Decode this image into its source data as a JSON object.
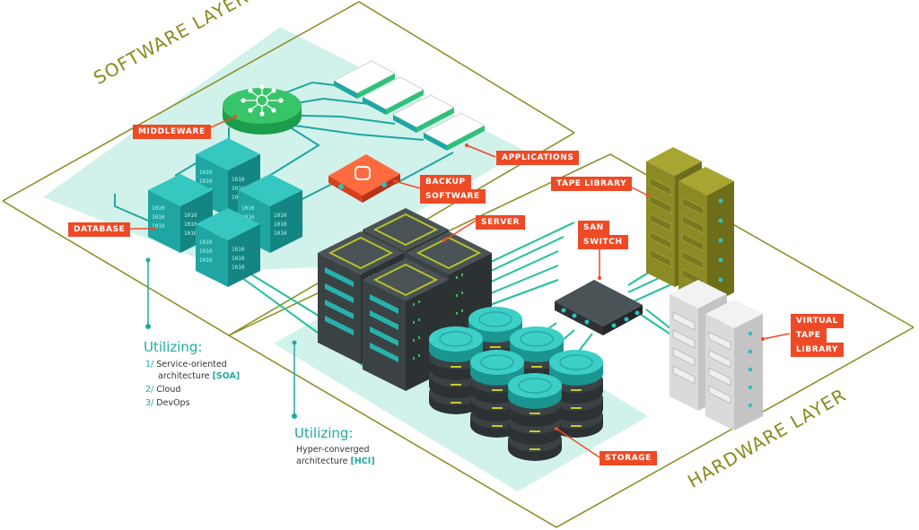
{
  "layers": {
    "software": "SOFTWARE LAYER",
    "hardware": "HARDWARE LAYER"
  },
  "labels": {
    "middleware": "MIDDLEWARE",
    "applications": "APPLICATIONS",
    "database": "DATABASE",
    "backup_1": "BACKUP",
    "backup_2": "SOFTWARE",
    "server": "SERVER",
    "tape_library": "TAPE LIBRARY",
    "san_1": "SAN",
    "san_2": "SWITCH",
    "vtl_1": "VIRTUAL",
    "vtl_2": "TAPE",
    "vtl_3": "LIBRARY",
    "storage": "STORAGE"
  },
  "software_utilizing": {
    "heading": "Utilizing:",
    "items": [
      {
        "num": "1/",
        "text": "Service-oriented",
        "text2": "architecture",
        "highlight": "[SOA]"
      },
      {
        "num": "2/",
        "text": "Cloud"
      },
      {
        "num": "3/",
        "text": "DevOps"
      }
    ]
  },
  "hardware_utilizing": {
    "heading": "Utilizing:",
    "line1": "Hyper-converged",
    "line2": "architecture",
    "highlight": "[HCI]"
  },
  "db_bits": "1010",
  "colors": {
    "olive": "#8a8a1e",
    "tag": "#ee4a26",
    "teal": "#21a9a0",
    "mint": "#c9f0e8",
    "green": "#2fbf5a",
    "dark": "#3b4244"
  }
}
